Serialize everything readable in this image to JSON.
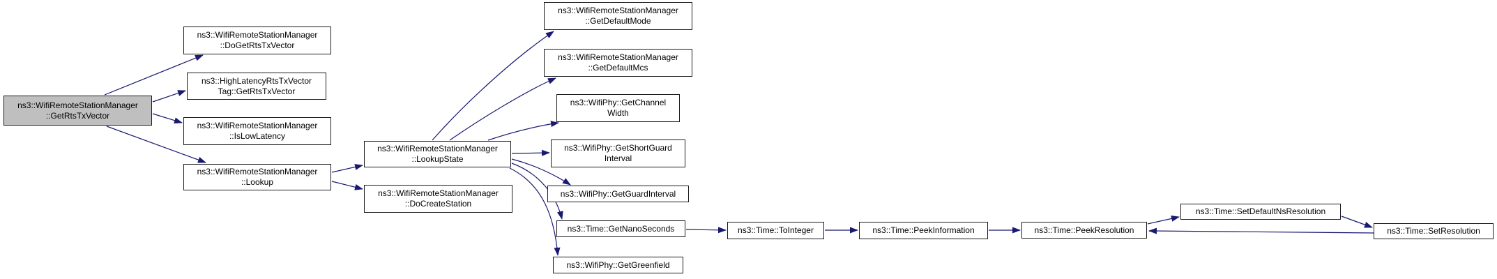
{
  "diagram": {
    "kind": "call-graph",
    "theme": {
      "edge_color": "#191970",
      "node_border_color": "#1a1a1a",
      "node_fill": "#ffffff",
      "highlight_fill": "#bfbfbf",
      "text_color": "#000000",
      "background": "#ffffff"
    },
    "nodes": [
      {
        "id": "get-rts-tx-vector",
        "label": "ns3::WifiRemoteStationManager::GetRtsTxVector",
        "lines": [
          "ns3::WifiRemoteStationManager",
          "::GetRtsTxVector"
        ],
        "highlighted": true
      },
      {
        "id": "do-get-rts-tx-vector",
        "label": "ns3::WifiRemoteStationManager::DoGetRtsTxVector",
        "lines": [
          "ns3::WifiRemoteStationManager",
          "::DoGetRtsTxVector"
        ],
        "highlighted": false
      },
      {
        "id": "high-latency-rts-tx-vector-tag-get-rts-tx-vector",
        "label": "ns3::HighLatencyRtsTxVectorTag::GetRtsTxVector",
        "lines": [
          "ns3::HighLatencyRtsTxVector",
          "Tag::GetRtsTxVector"
        ],
        "highlighted": false
      },
      {
        "id": "is-low-latency",
        "label": "ns3::WifiRemoteStationManager::IsLowLatency",
        "lines": [
          "ns3::WifiRemoteStationManager",
          "::IsLowLatency"
        ],
        "highlighted": false
      },
      {
        "id": "lookup",
        "label": "ns3::WifiRemoteStationManager::Lookup",
        "lines": [
          "ns3::WifiRemoteStationManager",
          "::Lookup"
        ],
        "highlighted": false
      },
      {
        "id": "lookup-state",
        "label": "ns3::WifiRemoteStationManager::LookupState",
        "lines": [
          "ns3::WifiRemoteStationManager",
          "::LookupState"
        ],
        "highlighted": false
      },
      {
        "id": "do-create-station",
        "label": "ns3::WifiRemoteStationManager::DoCreateStation",
        "lines": [
          "ns3::WifiRemoteStationManager",
          "::DoCreateStation"
        ],
        "highlighted": false
      },
      {
        "id": "get-default-mode",
        "label": "ns3::WifiRemoteStationManager::GetDefaultMode",
        "lines": [
          "ns3::WifiRemoteStationManager",
          "::GetDefaultMode"
        ],
        "highlighted": false
      },
      {
        "id": "get-default-mcs",
        "label": "ns3::WifiRemoteStationManager::GetDefaultMcs",
        "lines": [
          "ns3::WifiRemoteStationManager",
          "::GetDefaultMcs"
        ],
        "highlighted": false
      },
      {
        "id": "get-channel-width",
        "label": "ns3::WifiPhy::GetChannelWidth",
        "lines": [
          "ns3::WifiPhy::GetChannel",
          "Width"
        ],
        "highlighted": false
      },
      {
        "id": "get-short-guard-interval",
        "label": "ns3::WifiPhy::GetShortGuardInterval",
        "lines": [
          "ns3::WifiPhy::GetShortGuard",
          "Interval"
        ],
        "highlighted": false
      },
      {
        "id": "get-guard-interval",
        "label": "ns3::WifiPhy::GetGuardInterval",
        "lines": [
          "ns3::WifiPhy::GetGuardInterval"
        ],
        "highlighted": false
      },
      {
        "id": "get-nano-seconds",
        "label": "ns3::Time::GetNanoSeconds",
        "lines": [
          "ns3::Time::GetNanoSeconds"
        ],
        "highlighted": false
      },
      {
        "id": "get-greenfield",
        "label": "ns3::WifiPhy::GetGreenfield",
        "lines": [
          "ns3::WifiPhy::GetGreenfield"
        ],
        "highlighted": false
      },
      {
        "id": "to-integer",
        "label": "ns3::Time::ToInteger",
        "lines": [
          "ns3::Time::ToInteger"
        ],
        "highlighted": false
      },
      {
        "id": "peek-information",
        "label": "ns3::Time::PeekInformation",
        "lines": [
          "ns3::Time::PeekInformation"
        ],
        "highlighted": false
      },
      {
        "id": "peek-resolution",
        "label": "ns3::Time::PeekResolution",
        "lines": [
          "ns3::Time::PeekResolution"
        ],
        "highlighted": false
      },
      {
        "id": "set-default-ns-resolution",
        "label": "ns3::Time::SetDefaultNsResolution",
        "lines": [
          "ns3::Time::SetDefaultNsResolution"
        ],
        "highlighted": false
      },
      {
        "id": "set-resolution",
        "label": "ns3::Time::SetResolution",
        "lines": [
          "ns3::Time::SetResolution"
        ],
        "highlighted": false
      }
    ],
    "edges": [
      {
        "from": "get-rts-tx-vector",
        "to": "do-get-rts-tx-vector"
      },
      {
        "from": "get-rts-tx-vector",
        "to": "high-latency-rts-tx-vector-tag-get-rts-tx-vector"
      },
      {
        "from": "get-rts-tx-vector",
        "to": "is-low-latency"
      },
      {
        "from": "get-rts-tx-vector",
        "to": "lookup"
      },
      {
        "from": "lookup",
        "to": "lookup-state"
      },
      {
        "from": "lookup",
        "to": "do-create-station"
      },
      {
        "from": "lookup-state",
        "to": "get-default-mode"
      },
      {
        "from": "lookup-state",
        "to": "get-default-mcs"
      },
      {
        "from": "lookup-state",
        "to": "get-channel-width"
      },
      {
        "from": "lookup-state",
        "to": "get-short-guard-interval"
      },
      {
        "from": "lookup-state",
        "to": "get-guard-interval"
      },
      {
        "from": "lookup-state",
        "to": "get-nano-seconds"
      },
      {
        "from": "lookup-state",
        "to": "get-greenfield"
      },
      {
        "from": "get-nano-seconds",
        "to": "to-integer"
      },
      {
        "from": "to-integer",
        "to": "peek-information"
      },
      {
        "from": "peek-information",
        "to": "peek-resolution"
      },
      {
        "from": "peek-resolution",
        "to": "set-default-ns-resolution"
      },
      {
        "from": "set-default-ns-resolution",
        "to": "set-resolution"
      },
      {
        "from": "set-resolution",
        "to": "peek-resolution"
      }
    ]
  }
}
